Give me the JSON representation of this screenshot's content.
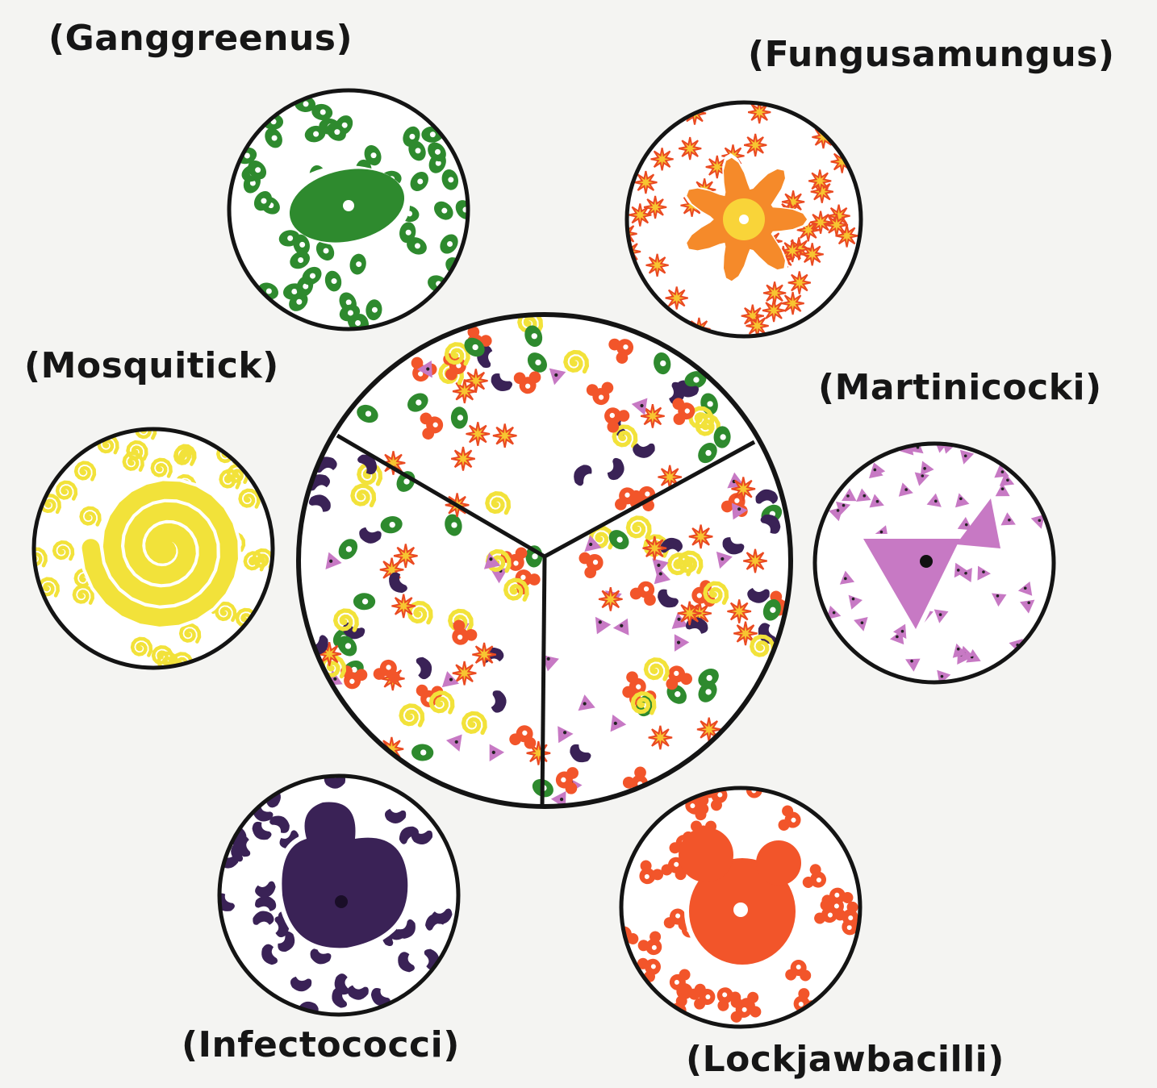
{
  "labels": {
    "ganggreenus": "(Ganggreenus)",
    "fungusamungus": "(Fungusamungus)",
    "mosquitick": "(Mosquitick)",
    "martinicocki": "(Martinicocki)",
    "infectococci": "(Infectococci)",
    "lockjawbacilli": "(Lockjawbacilli)"
  },
  "colors": {
    "ganggreenus": "#2e8a2e",
    "fungusamungus": "#f58a2a",
    "mosquitick": "#f2e23a",
    "martinicocki": "#c779c4",
    "infectococci": "#3a2256",
    "lockjawbacilli": "#f2552a",
    "outline": "#141414"
  },
  "icons": {
    "ganggreenus": "green-blob-cell-icon",
    "fungusamungus": "orange-star-cell-icon",
    "mosquitick": "yellow-spiral-cell-icon",
    "martinicocki": "pink-triangle-cell-icon",
    "infectococci": "purple-bean-cell-icon",
    "lockjawbacilli": "red-lobed-cell-icon",
    "center": "mixed-cells-petri-icon"
  }
}
